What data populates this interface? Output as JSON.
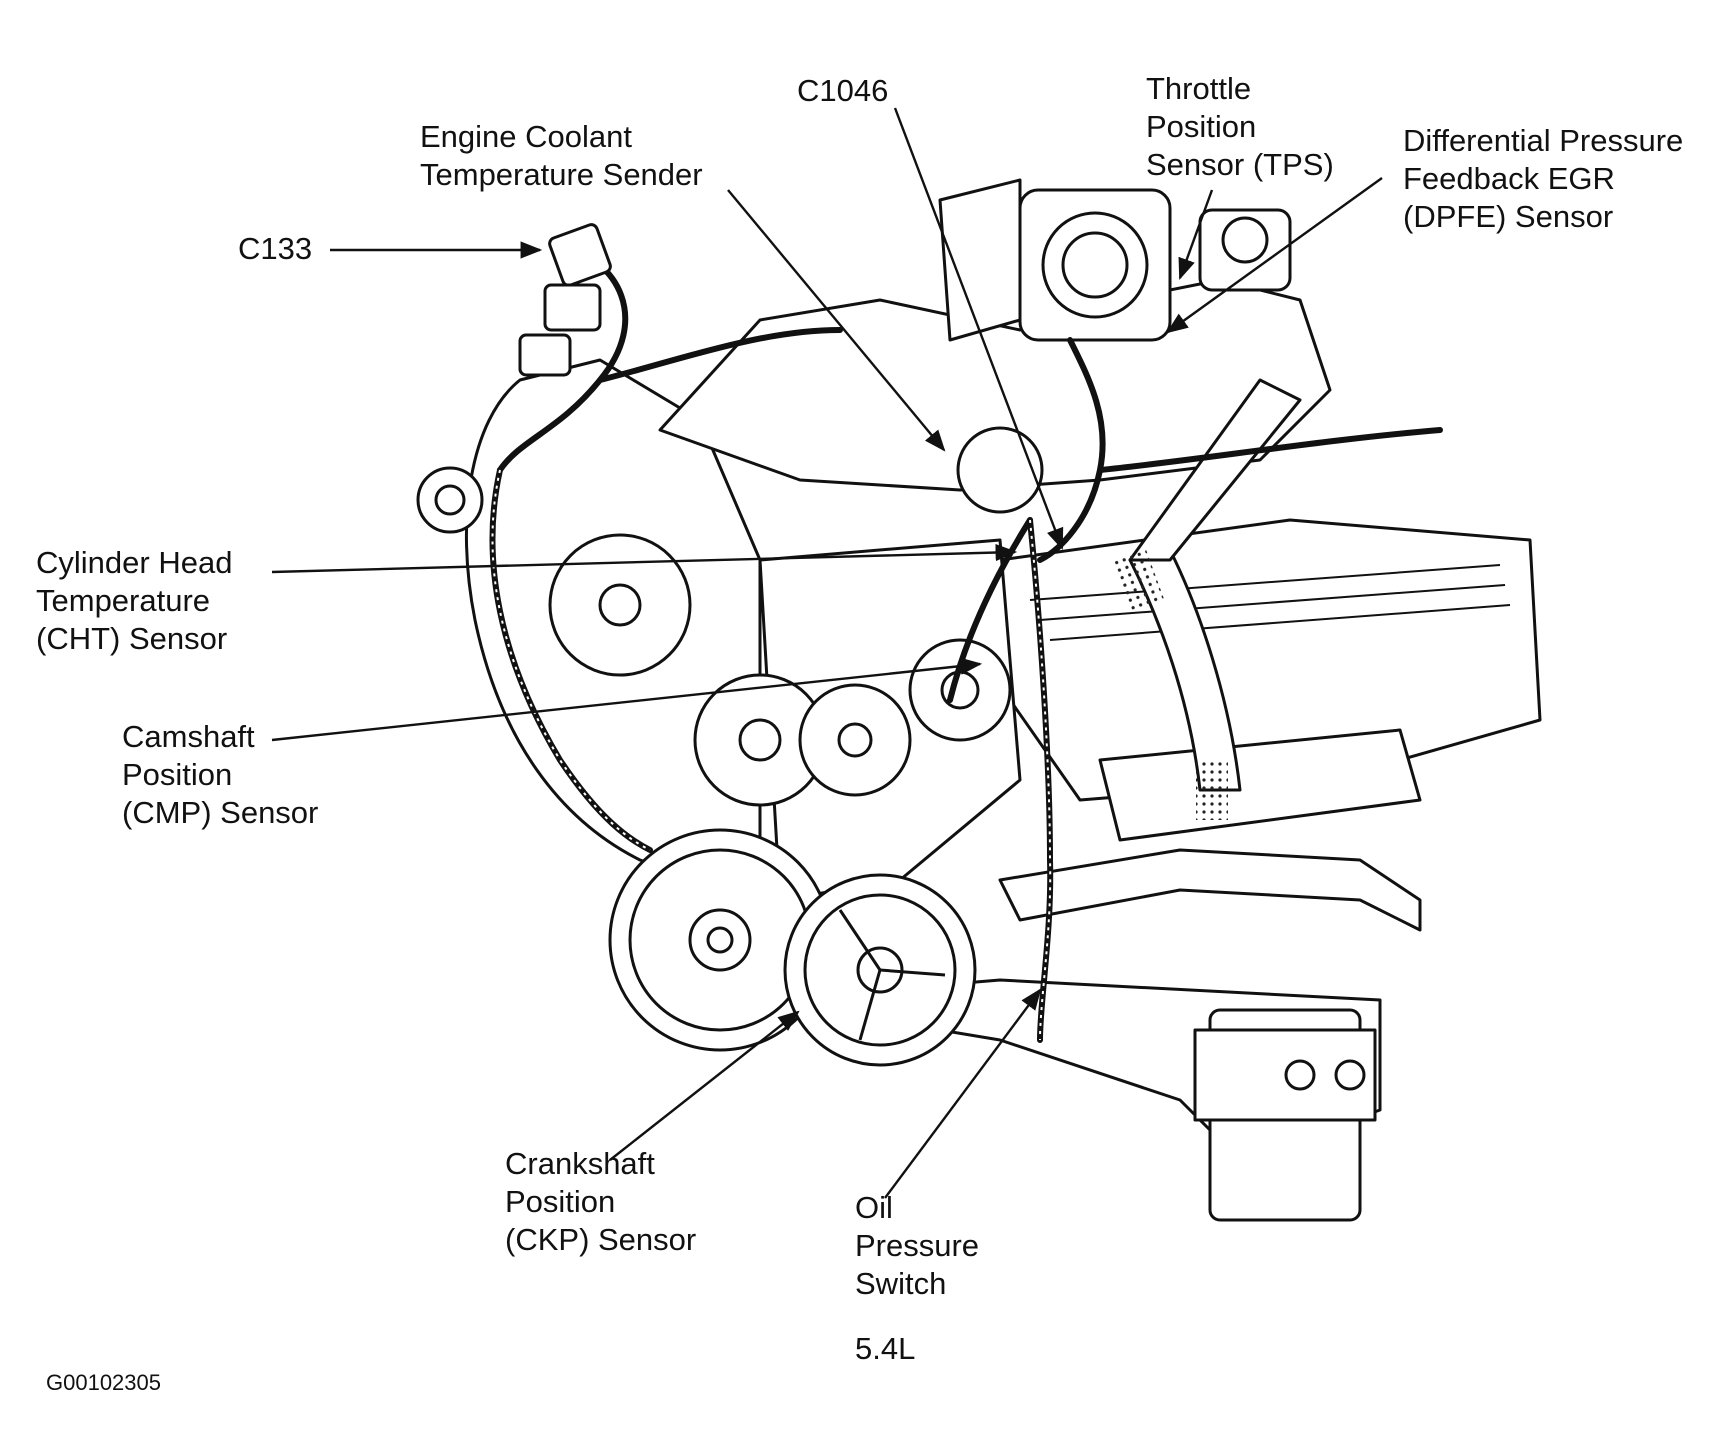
{
  "diagram": {
    "engine": "5.4L",
    "figure_id": "G00102305",
    "callouts": {
      "c1046": [
        "C1046"
      ],
      "throttle": [
        "Throttle",
        "Position",
        "Sensor (TPS)"
      ],
      "dpfe": [
        "Differential Pressure",
        "Feedback EGR",
        "(DPFE) Sensor"
      ],
      "coolant": [
        "Engine Coolant",
        "Temperature Sender"
      ],
      "c133": [
        "C133"
      ],
      "cht": [
        "Cylinder Head",
        "Temperature",
        "(CHT) Sensor"
      ],
      "cmp": [
        "Camshaft",
        "Position",
        "(CMP) Sensor"
      ],
      "ckp": [
        "Crankshaft",
        "Position",
        "(CKP) Sensor"
      ],
      "oil": [
        "Oil",
        "Pressure",
        "Switch"
      ]
    }
  }
}
